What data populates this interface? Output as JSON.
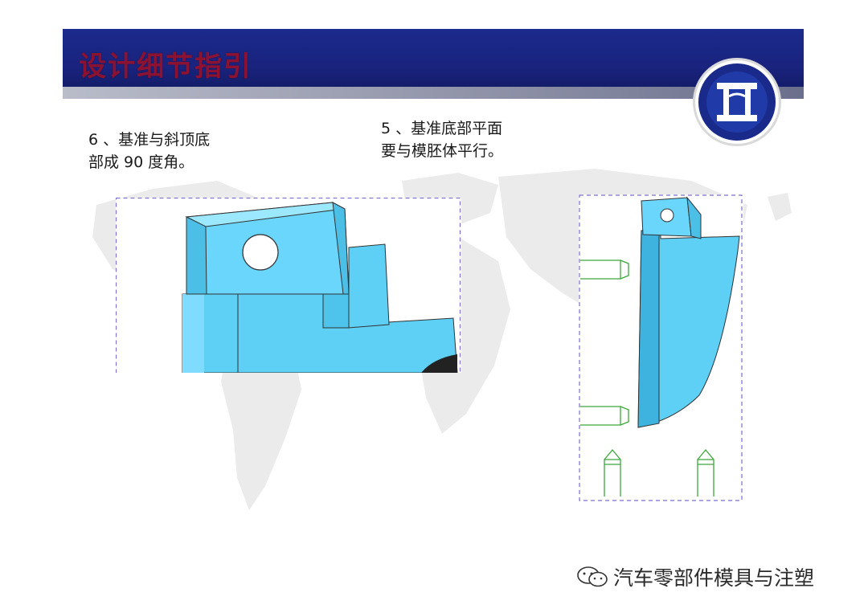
{
  "header": {
    "title": "设计细节指引"
  },
  "notes": {
    "left": "6 、基准与斜顶底\n部成 90 度角。",
    "right": "5 、基准底部平面\n要与模胚体平行。"
  },
  "watermark": {
    "icon": "wechat-icon",
    "text": "汽车零部件模具与注塑"
  },
  "colors": {
    "header_blue": "#1a237e",
    "title_red": "#8b1230",
    "part_cyan": "#5ecff5",
    "pin_green": "#3aa83a",
    "frame_dash": "#6a5acd"
  }
}
